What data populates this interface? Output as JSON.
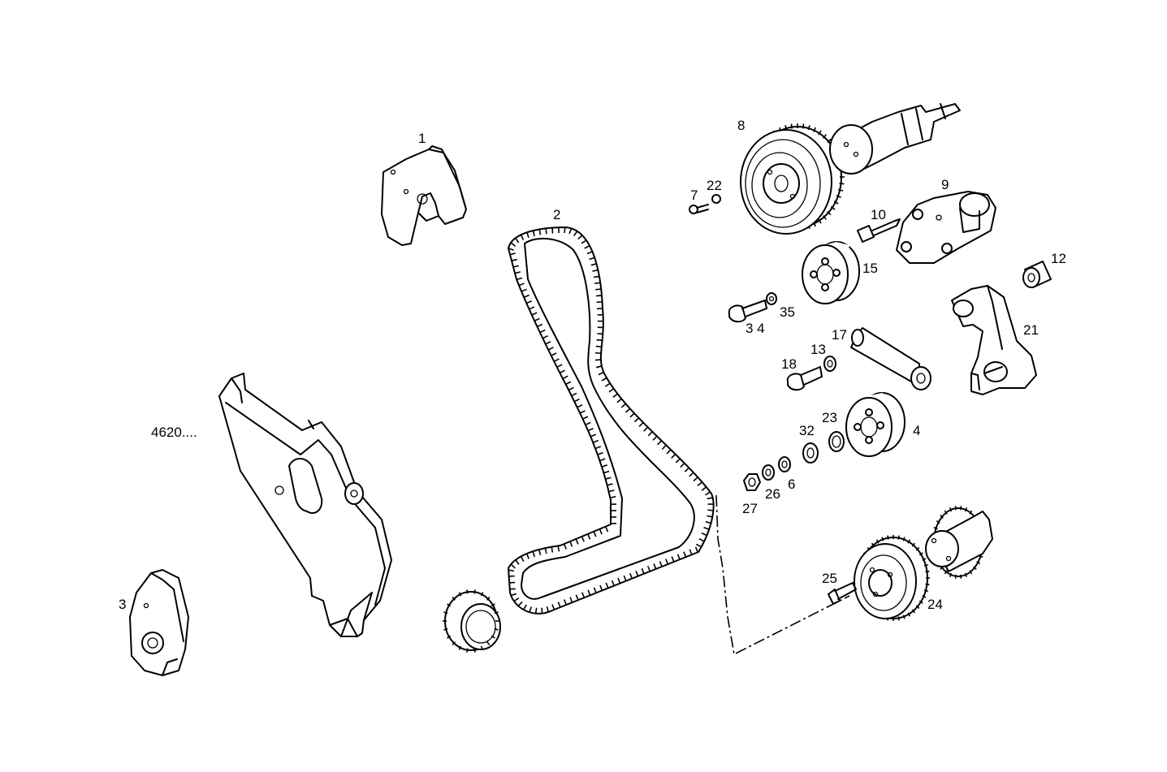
{
  "callouts": {
    "c1": "1",
    "c2": "2",
    "c3": "3",
    "c4": "4",
    "c6": "6",
    "c7": "7",
    "c8": "8",
    "c9": "9",
    "c10": "10",
    "c12": "12",
    "c13": "13",
    "c15": "15",
    "c17": "17",
    "c18": "18",
    "c21": "21",
    "c22": "22",
    "c23": "23",
    "c24": "24",
    "c25": "25",
    "c26": "26",
    "c27": "27",
    "c32": "32",
    "c34": "3 4",
    "c35": "35",
    "ref": "4620...."
  }
}
